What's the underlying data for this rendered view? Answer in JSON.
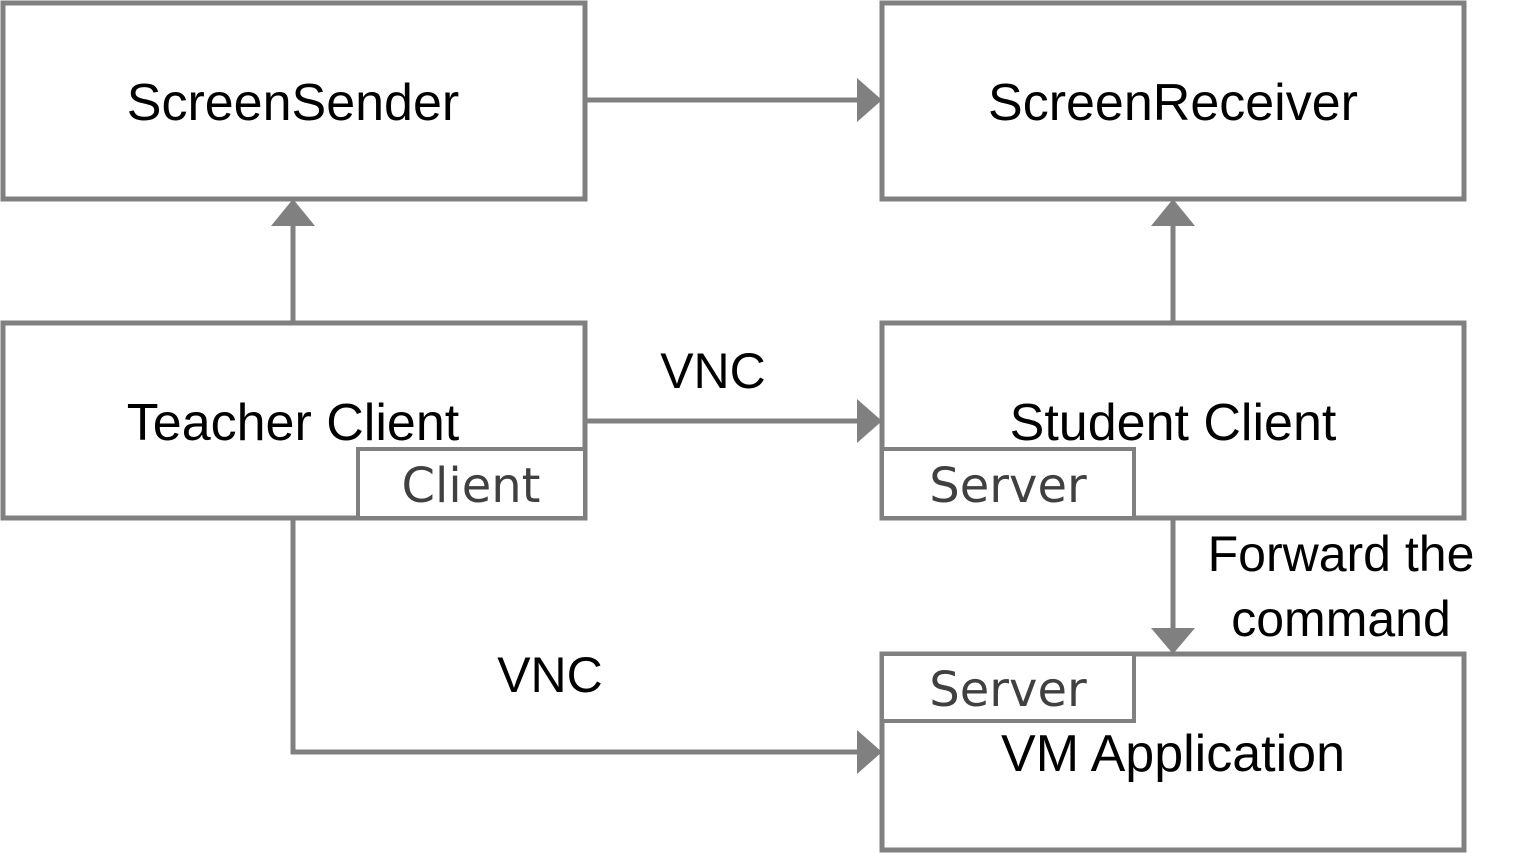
{
  "nodes": {
    "screen_sender": {
      "label": "ScreenSender"
    },
    "screen_receiver": {
      "label": "ScreenReceiver"
    },
    "teacher_client": {
      "label": "Teacher Client",
      "sub_label": "Client"
    },
    "student_client": {
      "label": "Student Client",
      "sub_label": "Server"
    },
    "vm_application": {
      "label": "VM Application",
      "sub_label": "Server"
    }
  },
  "edges": {
    "teacher_to_student": {
      "label": "VNC"
    },
    "teacher_to_vm": {
      "label": "VNC"
    },
    "student_to_vm": {
      "label_line1": "Forward the",
      "label_line2": "command"
    }
  },
  "colors": {
    "stroke": "#808080",
    "text": "#000000",
    "sub_text": "#404040",
    "background": "#ffffff"
  }
}
